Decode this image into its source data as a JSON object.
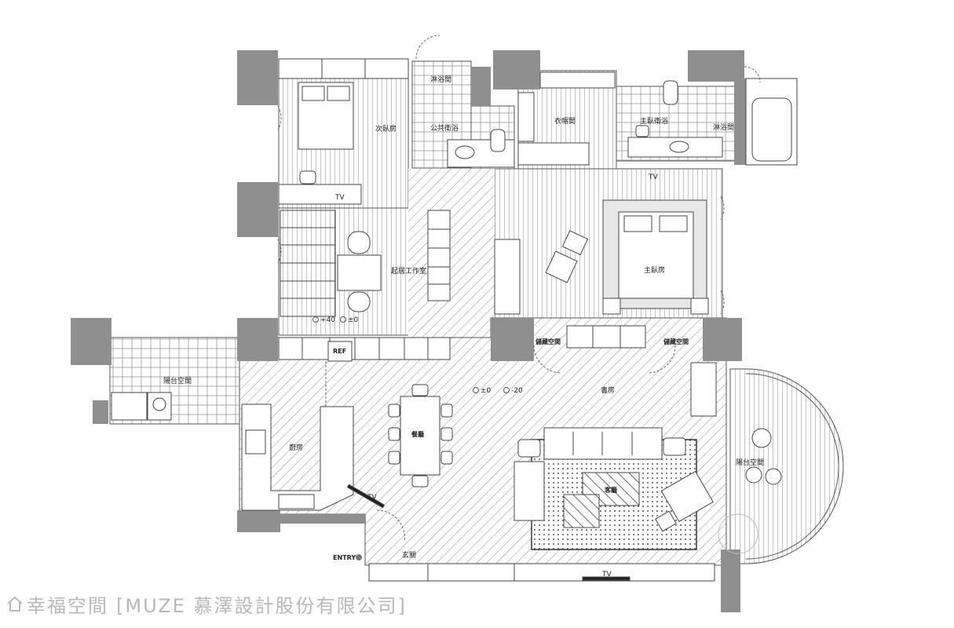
{
  "rooms": {
    "second_bedroom": "次臥房",
    "shower_left": "淋浴間",
    "public_bath": "公共衛浴",
    "wardrobe": "衣帽間",
    "master_bath": "主臥衛浴",
    "shower_right": "淋浴間",
    "study": "起居工作室",
    "master_bedroom": "主臥房",
    "storage_left": "儲藏空間",
    "storage_right": "儲藏空間",
    "balcony_left": "陽台空間",
    "den": "書房",
    "kitchen": "廚房",
    "dining": "餐廳",
    "living": "客廳",
    "balcony_right": "陽台空間",
    "foyer": "玄關"
  },
  "labels": {
    "tv_second": "TV",
    "tv_master": "TV",
    "tv_kitchen": "TV",
    "tv_living": "TV",
    "ref": "REF",
    "entry": "ENTRY",
    "lvl_study_a": "+40",
    "lvl_study_b": "±0",
    "lvl_den_a": "±0",
    "lvl_den_b": "-20"
  },
  "watermark": {
    "brand": "幸福空間",
    "company": "[MUZE 慕澤設計股份有限公司]"
  },
  "colors": {
    "wall": "#8f8f8f",
    "line": "#555555",
    "watermark": "#b8b8b8"
  }
}
